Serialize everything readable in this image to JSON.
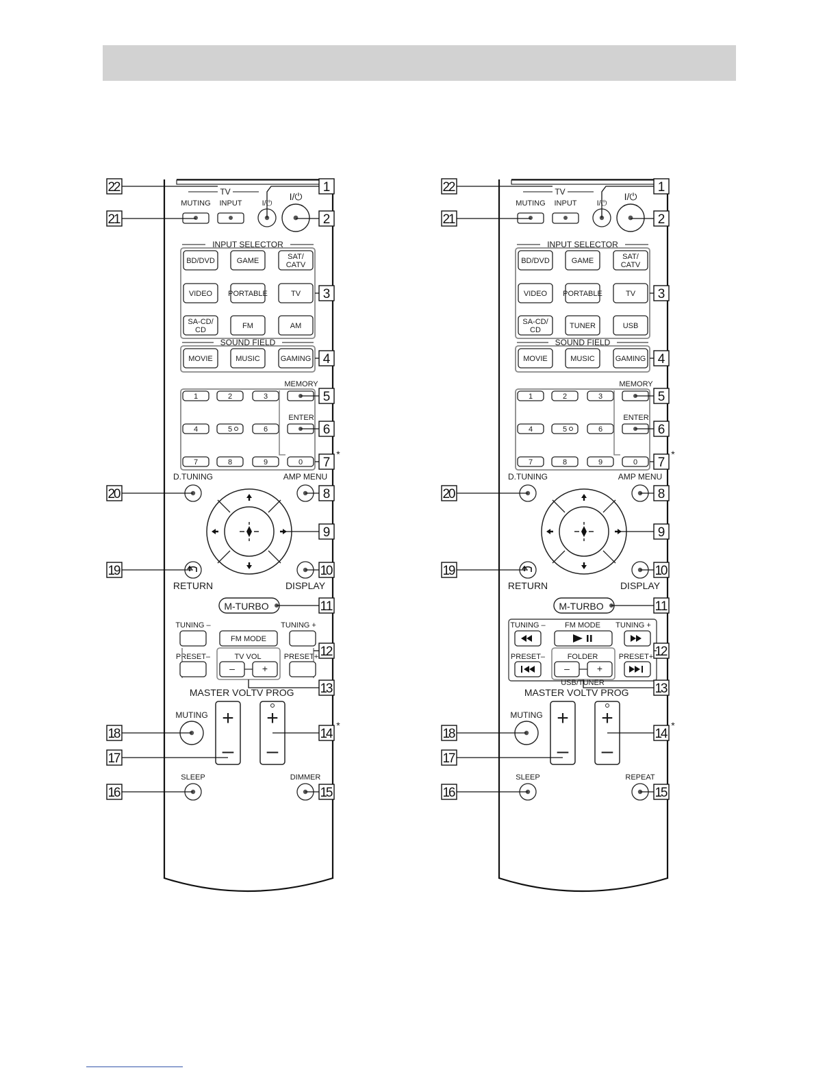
{
  "remotes": [
    {
      "tv_group_label": "TV",
      "tv_muting": "MUTING",
      "tv_input": "INPUT",
      "tv_power": "I/⏻",
      "main_power": "I/⏻",
      "input_selector_label": "INPUT SELECTOR",
      "inputs": [
        "BD/DVD",
        "GAME",
        "SAT/\nCATV",
        "VIDEO",
        "PORTABLE",
        "TV",
        "SA-CD/\nCD",
        "FM",
        "AM"
      ],
      "sound_field_label": "SOUND FIELD",
      "sound_fields": [
        "MOVIE",
        "MUSIC",
        "GAMING"
      ],
      "memory": "MEMORY",
      "enter": "ENTER",
      "num_keys": [
        "1",
        "2",
        "3",
        "4",
        "5",
        "6",
        "7",
        "8",
        "9",
        "0"
      ],
      "d_tuning": "D.TUNING",
      "amp_menu": "AMP MENU",
      "return": "RETURN",
      "display": "DISPLAY",
      "m_turbo": "M-TURBO",
      "tuning_minus": "TUNING –",
      "tuning_plus": "TUNING +",
      "center_key": "FM MODE",
      "center_key_label": "",
      "preset_minus": "PRESET–",
      "preset_plus": "PRESET+",
      "vol_group_label": "TV VOL",
      "group_label": "",
      "master_vol": "MASTER VOL",
      "tv_prog": "TV PROG",
      "muting": "MUTING",
      "sleep": "SLEEP",
      "bottom_right": "DIMMER",
      "plus": "+",
      "minus": "–",
      "callout_left": [
        "22",
        "21",
        "20",
        "19",
        "18",
        "17",
        "16"
      ],
      "callout_right": [
        "1",
        "2",
        "3",
        "4",
        "5",
        "6",
        "7",
        "8",
        "9",
        "10",
        "11",
        "12",
        "13",
        "14",
        "15"
      ],
      "asterisk": "*"
    },
    {
      "tv_group_label": "TV",
      "tv_muting": "MUTING",
      "tv_input": "INPUT",
      "tv_power": "I/⏻",
      "main_power": "I/⏻",
      "input_selector_label": "INPUT SELECTOR",
      "inputs": [
        "BD/DVD",
        "GAME",
        "SAT/\nCATV",
        "VIDEO",
        "PORTABLE",
        "TV",
        "SA-CD/\nCD",
        "TUNER",
        "USB"
      ],
      "sound_field_label": "SOUND FIELD",
      "sound_fields": [
        "MOVIE",
        "MUSIC",
        "GAMING"
      ],
      "memory": "MEMORY",
      "enter": "ENTER",
      "num_keys": [
        "1",
        "2",
        "3",
        "4",
        "5",
        "6",
        "7",
        "8",
        "9",
        "0"
      ],
      "d_tuning": "D.TUNING",
      "amp_menu": "AMP MENU",
      "return": "RETURN",
      "display": "DISPLAY",
      "m_turbo": "M-TURBO",
      "tuning_minus": "TUNING –",
      "tuning_plus": "TUNING +",
      "center_key": "",
      "center_key_label": "FM MODE",
      "preset_minus": "PRESET–",
      "preset_plus": "PRESET+",
      "vol_group_label": "FOLDER",
      "group_label": "USB/TUNER",
      "master_vol": "MASTER VOL",
      "tv_prog": "TV PROG",
      "muting": "MUTING",
      "sleep": "SLEEP",
      "bottom_right": "REPEAT",
      "plus": "+",
      "minus": "–",
      "callout_left": [
        "22",
        "21",
        "20",
        "19",
        "18",
        "17",
        "16"
      ],
      "callout_right": [
        "1",
        "2",
        "3",
        "4",
        "5",
        "6",
        "7",
        "8",
        "9",
        "10",
        "11",
        "12",
        "13",
        "14",
        "15"
      ],
      "asterisk": "*"
    }
  ]
}
